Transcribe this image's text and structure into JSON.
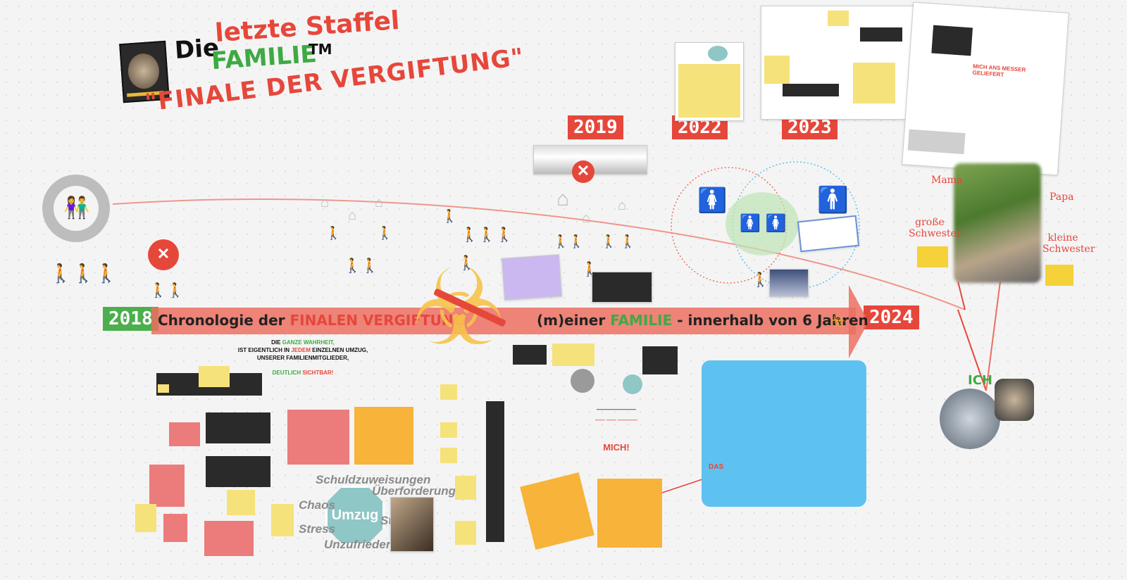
{
  "title": {
    "die": "Die",
    "staffel": "letzte Staffel",
    "familie": "FAMILIE",
    "tm": "TM",
    "finale": "\"FINALE DER VERGIFTUNG\""
  },
  "years": {
    "y2018": "2018",
    "y2019": "2019",
    "y2022": "2022",
    "y2023": "2023",
    "y2024": "2024"
  },
  "timeline": {
    "part1": "Chronologie der",
    "part2": "FINALEN VERGIFTUNG",
    "part3": "(m)einer",
    "part4": "FAMILIE",
    "part5": "- innerhalb von 6 Jahren"
  },
  "umzug": {
    "label": "Umzug",
    "words": [
      "Schuldzuweisungen",
      "Überforderung",
      "Chaos",
      "Streit",
      "Stress",
      "Unzufriedenheit"
    ]
  },
  "notes": {
    "wahrheit_1": "DIE",
    "wahrheit_2": "GANZE WAHRHEIT,",
    "wahrheit_3": "IST EIGENTLICH IN",
    "wahrheit_4": "JEDEM",
    "wahrheit_5": "EINZELNEN UMZUG,",
    "wahrheit_6": "UNSERER FAMILIENMITGLIEDER,",
    "wahrheit_7": "DEUTLICH",
    "wahrheit_8": "SICHTBAR!",
    "mich": "MICH!",
    "das": "DAS"
  },
  "family": {
    "mama": "Mama",
    "papa": "Papa",
    "grosse": "große Schwester",
    "kleine": "kleine Schwester",
    "ich": "ICH"
  },
  "colors": {
    "red": "#e6473b",
    "green": "#3eaa43",
    "timeline": "#ec6e60",
    "blue": "#5ec2f0",
    "yellow": "#f5e27a",
    "orange": "#f7b33a"
  }
}
